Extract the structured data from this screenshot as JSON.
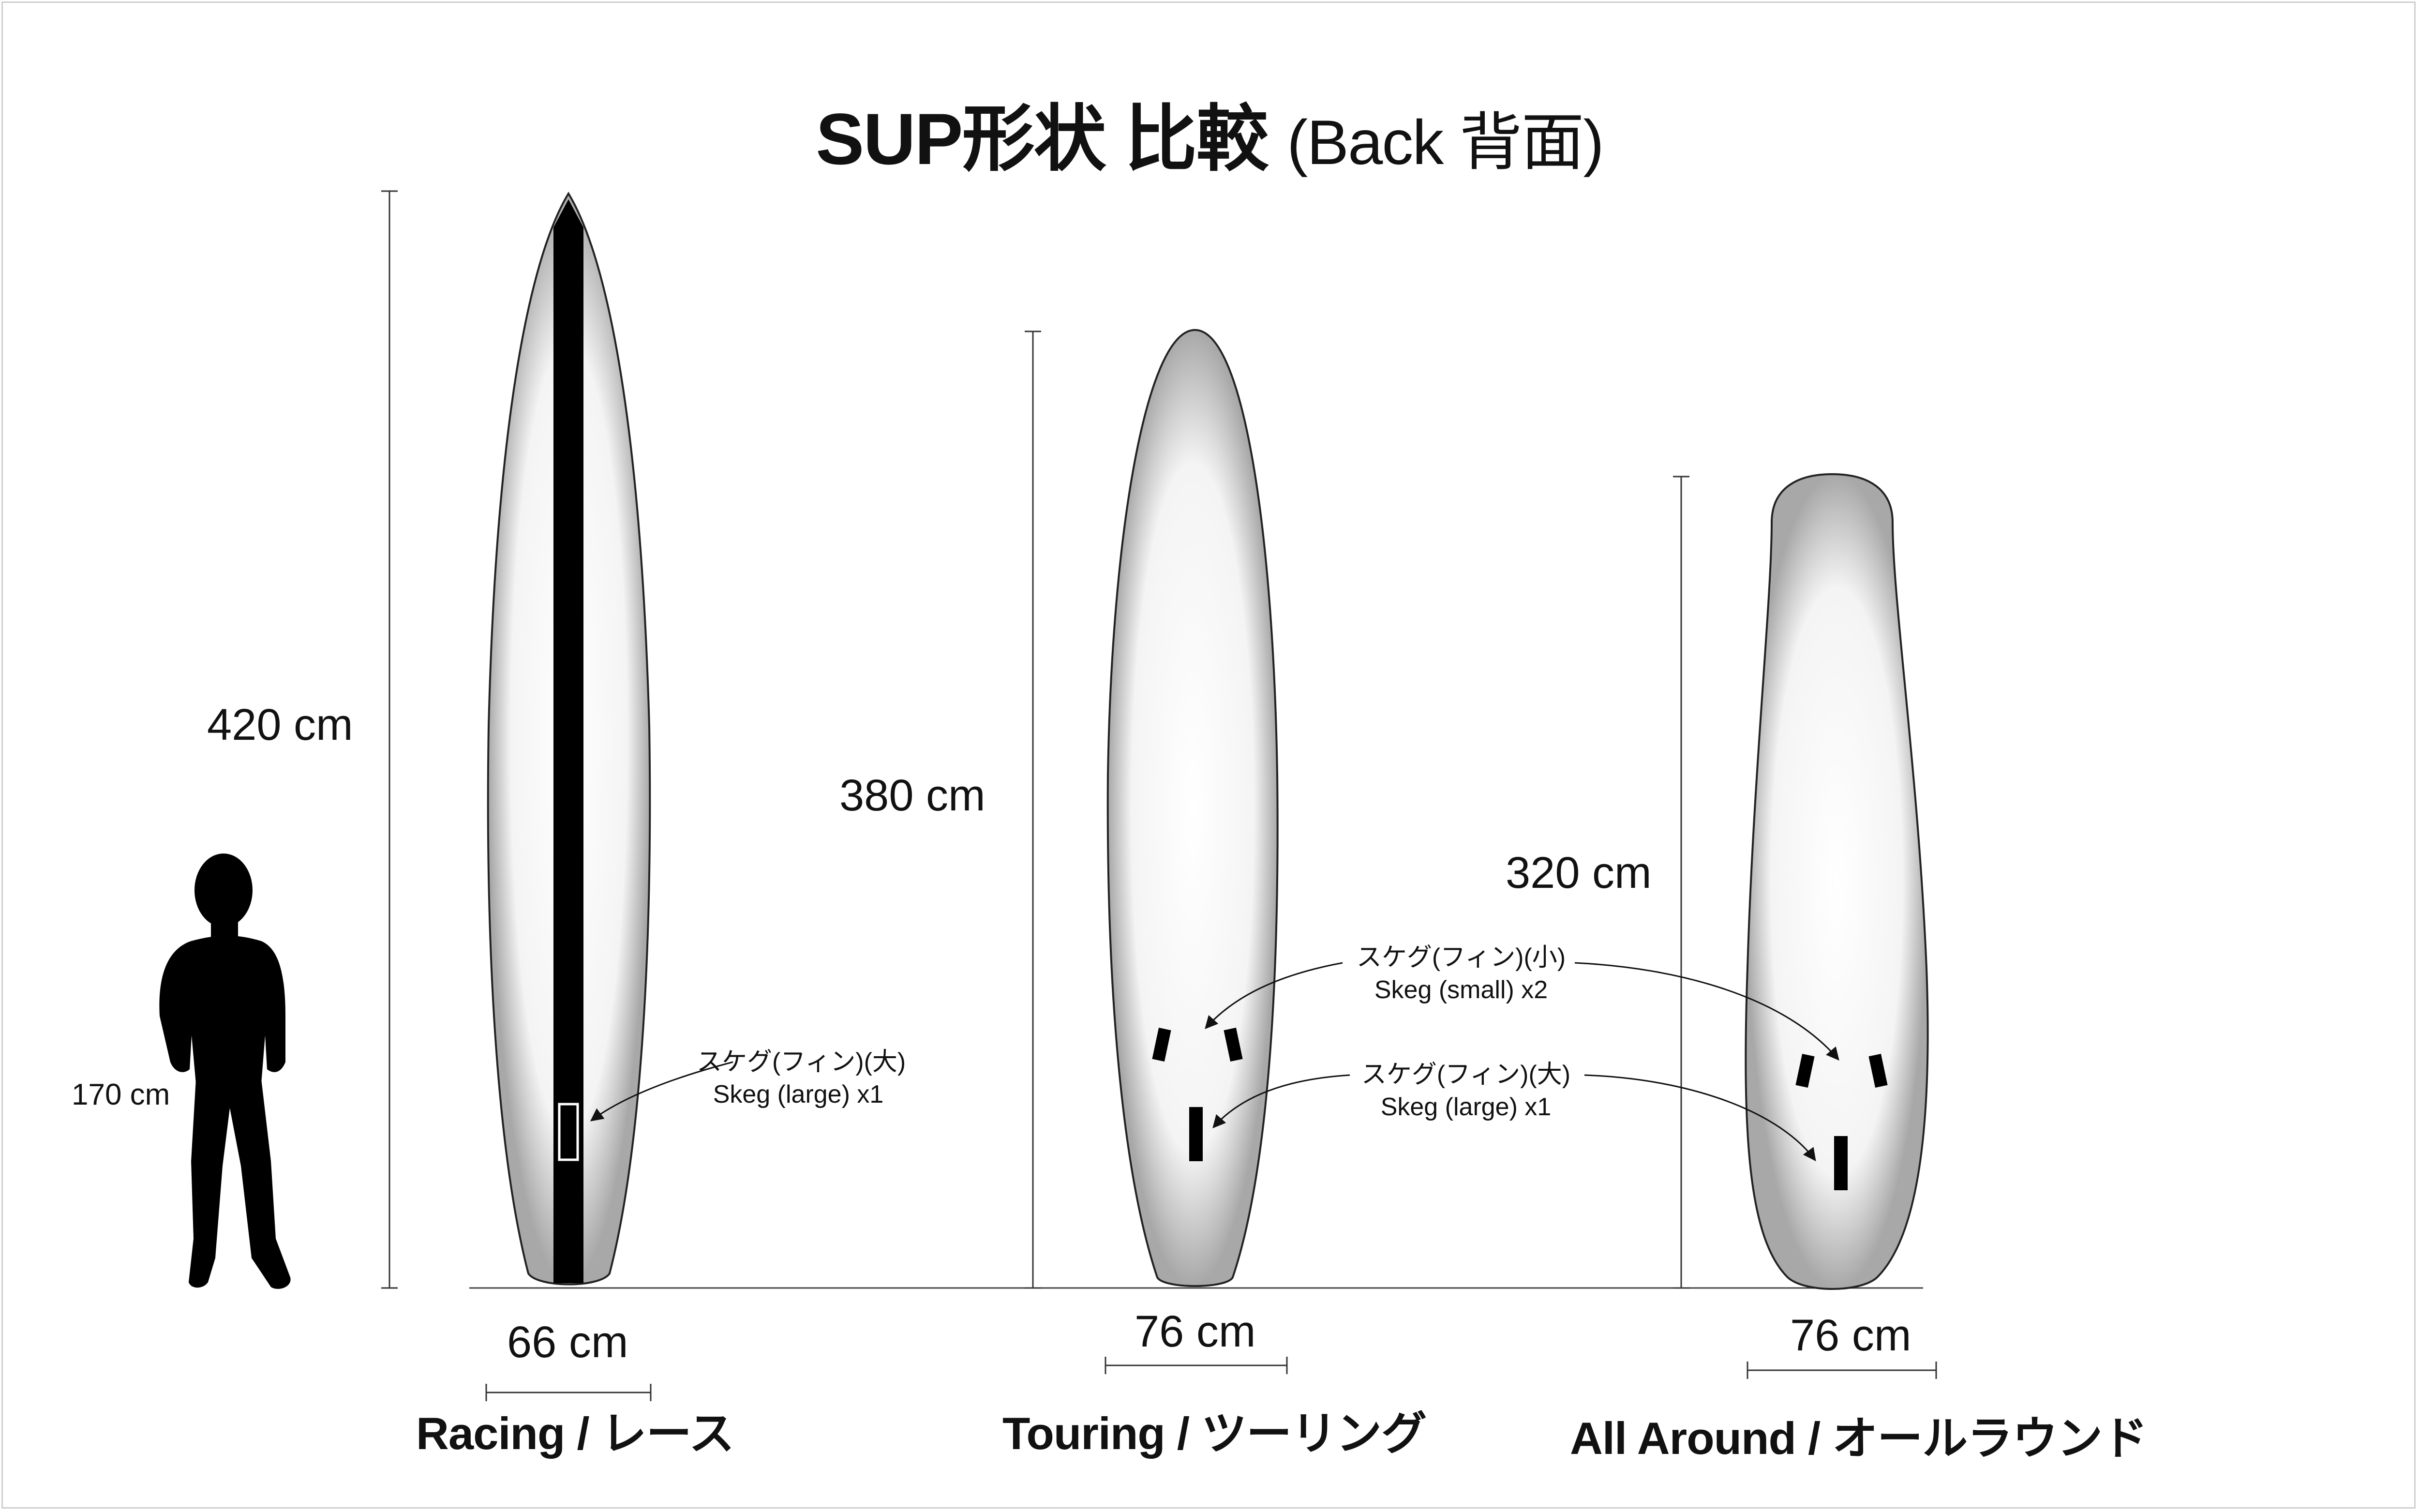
{
  "title": {
    "main": "SUP形状 比較",
    "sub": "(Back 背面)"
  },
  "person": {
    "height_label": "170 cm",
    "height_cm": 170
  },
  "boards": [
    {
      "name": "Racing / レース",
      "length_label": "420 cm",
      "width_label": "66 cm",
      "length_cm": 420,
      "width_cm": 66
    },
    {
      "name": "Touring / ツーリング",
      "length_label": "380 cm",
      "width_label": "76 cm",
      "length_cm": 380,
      "width_cm": 76
    },
    {
      "name": "All Around / オールラウンド",
      "length_label": "320 cm",
      "width_label": "76 cm",
      "length_cm": 320,
      "width_cm": 76
    }
  ],
  "annotations": {
    "racing_large": {
      "ja": "スケグ(フィン)(大)",
      "en": "Skeg (large) x1"
    },
    "small": {
      "ja": "スケグ(フィン)(小)",
      "en": "Skeg (small) x2"
    },
    "large": {
      "ja": "スケグ(フィン)(大)",
      "en": "Skeg (large) x1"
    }
  },
  "colors": {
    "outline": "#222222",
    "fin": "#000000",
    "background": "#ffffff",
    "board_shade": "#a8a8a8"
  }
}
